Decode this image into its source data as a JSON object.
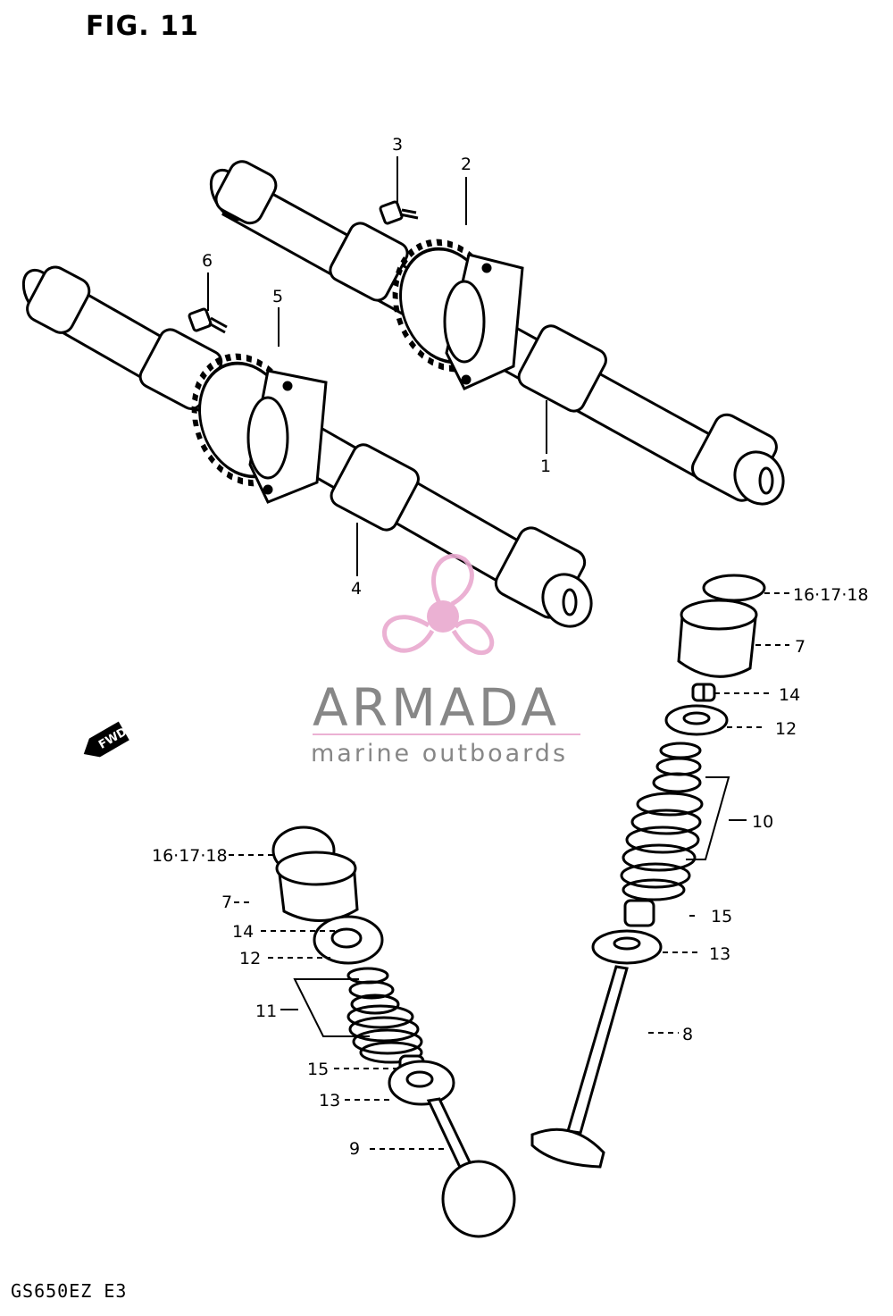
{
  "figure": {
    "title": "FIG. 11",
    "model_code": "GS650EZ  E3"
  },
  "watermark": {
    "brand": "ARMADA",
    "tagline": "marine outboards",
    "color_pink": "#e9a9cf",
    "color_gray": "#7b7b7b"
  },
  "direction": {
    "label": "FWD"
  },
  "callouts": {
    "c1": "1",
    "c2": "2",
    "c3": "3",
    "c4": "4",
    "c5": "5",
    "c6": "6",
    "c7r": "7",
    "c7l": "7",
    "c8": "8",
    "c9": "9",
    "c10": "10",
    "c11": "11",
    "c12r": "12",
    "c12l": "12",
    "c13r": "13",
    "c13l": "13",
    "c14r": "14",
    "c14l": "14",
    "c15r": "15",
    "c15l": "15",
    "c16r": "16·17·18",
    "c16l": "16·17·18"
  }
}
